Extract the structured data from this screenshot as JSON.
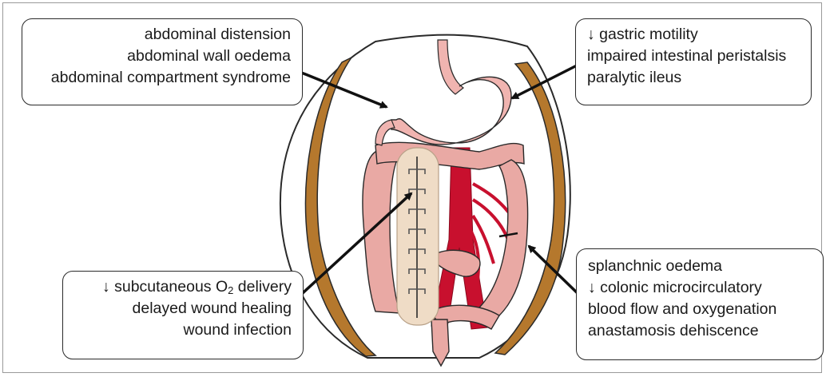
{
  "boxes": {
    "top_left": {
      "lines": [
        "abdominal distension",
        "abdominal wall oedema",
        "abdominal compartment syndrome"
      ]
    },
    "top_right": {
      "lines": [
        "↓  gastric motility",
        "impaired intestinal peristalsis",
        "paralytic ileus"
      ]
    },
    "bottom_left": {
      "line1_prefix": "↓ subcutaneous O",
      "line1_sub": "2",
      "line1_suffix": " delivery",
      "lines": [
        "delayed wound healing",
        "wound infection"
      ]
    },
    "bottom_right": {
      "lines": [
        "splanchnic oedema",
        "↓ colonic microcirculatory",
        "blood flow and oxygenation",
        "anastamosis dehiscence"
      ]
    }
  },
  "colors": {
    "abdominal_wall": "#b5782d",
    "vessel": "#c8102e",
    "intestine": "#e9a9a4",
    "stomach": "#f0b4b0",
    "wound_dressing": "#efdcc6",
    "outline": "#2a2a2a"
  }
}
